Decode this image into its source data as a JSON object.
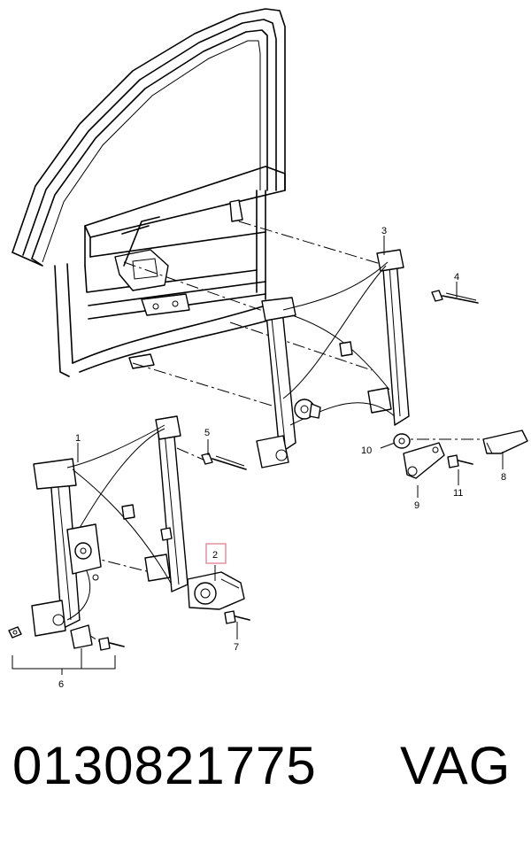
{
  "callouts": {
    "c1": "1",
    "c2": "2",
    "c3": "3",
    "c4": "4",
    "c5": "5",
    "c6": "6",
    "c7": "7",
    "c8": "8",
    "c9": "9",
    "c10": "10",
    "c11": "11"
  },
  "highlight_color": "#e08a9a",
  "caption": {
    "part_number": "0130821775",
    "brand": "VAG"
  }
}
